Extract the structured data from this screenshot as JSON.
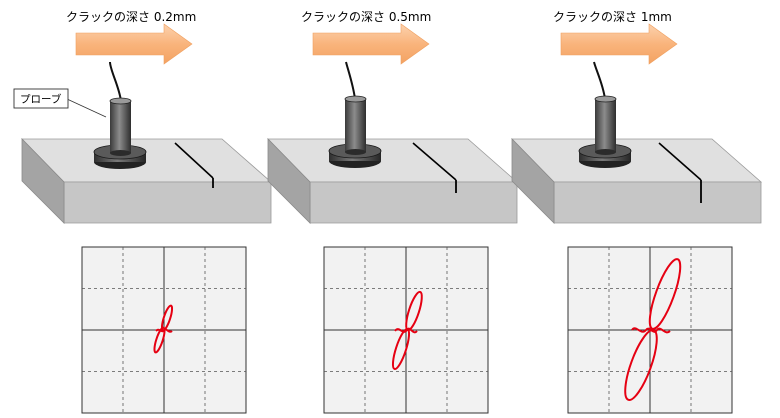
{
  "diagram": {
    "probe_label": "プローブ",
    "panels": [
      {
        "depth_label": "クラックの深さ 0.2mm"
      },
      {
        "depth_label": "クラックの深さ 0.5mm"
      },
      {
        "depth_label": "クラックの深さ 1mm"
      }
    ]
  },
  "colors": {
    "arrow": "#f9b47c",
    "signal": "#e60012",
    "block_top": "#e0e0e0",
    "block_front": "#c6c6c6",
    "block_side": "#a4a4a4",
    "screen_bg": "#f2f2f2"
  }
}
